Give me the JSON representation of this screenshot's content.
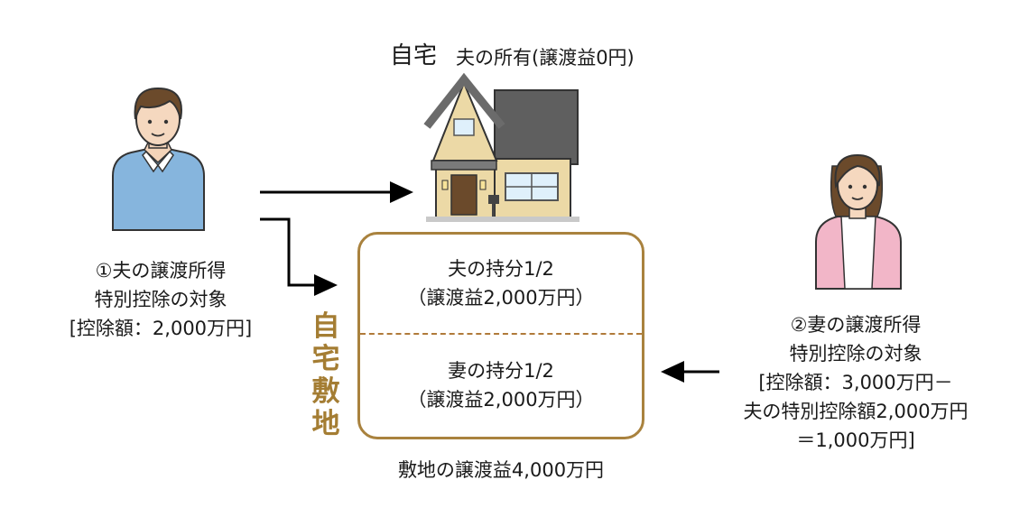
{
  "header": {
    "title": "自宅",
    "subtitle": "夫の所有(譲渡益0円)"
  },
  "husband": {
    "lines": [
      "①夫の譲渡所得",
      "特別控除の対象",
      "[控除額：2,000万円]"
    ]
  },
  "wife": {
    "lines": [
      "②妻の譲渡所得",
      "特別控除の対象",
      "[控除額：3,000万円－",
      "夫の特別控除額2,000万円",
      "＝1,000万円]"
    ]
  },
  "land": {
    "vertical_label": "自宅敷地",
    "husband_share": [
      "夫の持分1/2",
      "（譲渡益2,000万円）"
    ],
    "wife_share": [
      "妻の持分1/2",
      "（譲渡益2,000万円）"
    ],
    "total_gain": "敷地の譲渡益4,000万円"
  },
  "colors": {
    "land_border": "#a9823e",
    "land_label": "#a47d33",
    "arrow": "#000000",
    "house_wall": "#ecd9a6",
    "house_roof": "#6b6b6b",
    "husband_shirt": "#7fb2dc",
    "wife_cardigan": "#f2b6c8"
  },
  "icons": {
    "husband": "man-avatar-icon",
    "wife": "woman-avatar-icon",
    "house": "house-icon"
  }
}
